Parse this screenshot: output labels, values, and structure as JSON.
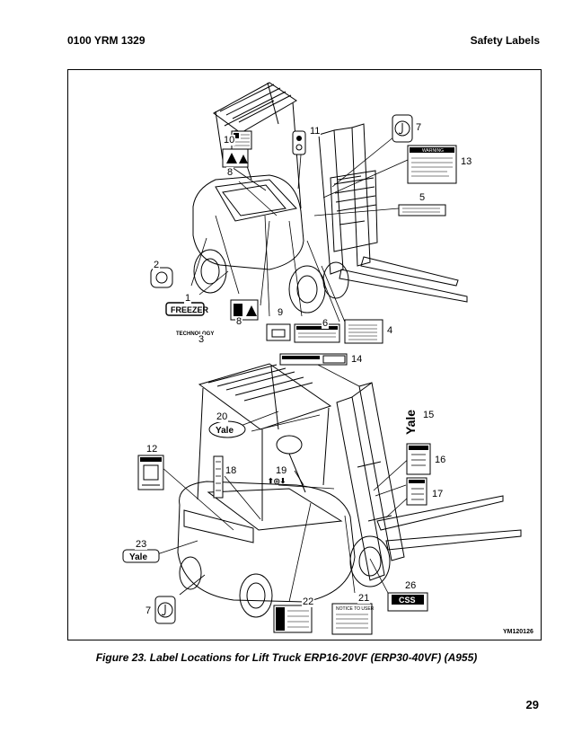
{
  "header": {
    "doc_number": "0100 YRM 1329",
    "section_title": "Safety Labels"
  },
  "figure": {
    "callouts": [
      "1",
      "2",
      "3",
      "4",
      "5",
      "6",
      "7",
      "8",
      "9",
      "10",
      "11",
      "13",
      "14",
      "15",
      "16",
      "17",
      "18",
      "19",
      "20",
      "21",
      "22",
      "23",
      "26",
      "12",
      "7",
      "8"
    ],
    "label_texts": {
      "freezer": "FREEZER",
      "technology": "TECHNOLOGY",
      "warning": "WARNING",
      "notice": "NOTICE TO USER",
      "css": "CSS",
      "yale": "Yale"
    },
    "figure_id": "YM120126"
  },
  "caption": "Figure 23. Label Locations for Lift Truck ERP16-20VF (ERP30-40VF) (A955)",
  "page_number": "29"
}
